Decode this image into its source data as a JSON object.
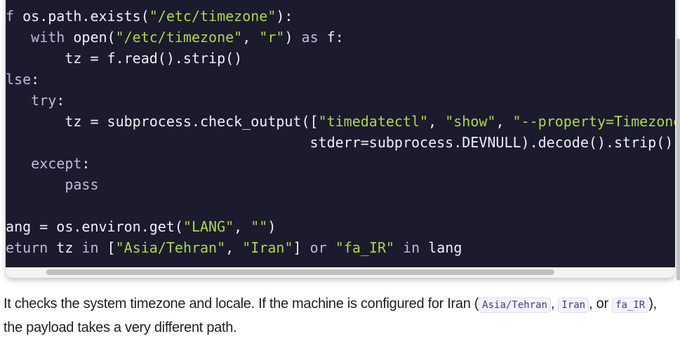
{
  "code_block": {
    "language": "python",
    "colors": {
      "background": "#1c1a2d",
      "text": "#f1f0f5",
      "keyword": "#c4b8d6",
      "string": "#a8d84e"
    },
    "lines": [
      [
        [
          "kw",
          "if"
        ],
        [
          "t",
          " os.path.exists("
        ],
        [
          "str",
          "\"/etc/timezone\""
        ],
        [
          "t",
          "):"
        ]
      ],
      [
        [
          "t",
          "    "
        ],
        [
          "kw",
          "with"
        ],
        [
          "t",
          " open("
        ],
        [
          "str",
          "\"/etc/timezone\""
        ],
        [
          "t",
          ", "
        ],
        [
          "str",
          "\"r\""
        ],
        [
          "t",
          ") "
        ],
        [
          "kw",
          "as"
        ],
        [
          "t",
          " f:"
        ]
      ],
      [
        [
          "t",
          "        tz = f.read().strip()"
        ]
      ],
      [
        [
          "kw",
          "else"
        ],
        [
          "t",
          ":"
        ]
      ],
      [
        [
          "t",
          "    "
        ],
        [
          "kw",
          "try"
        ],
        [
          "t",
          ":"
        ]
      ],
      [
        [
          "t",
          "        tz = subprocess.check_output(["
        ],
        [
          "str",
          "\"timedatectl\""
        ],
        [
          "t",
          ", "
        ],
        [
          "str",
          "\"show\""
        ],
        [
          "t",
          ", "
        ],
        [
          "str",
          "\"--property=Timezone\""
        ]
      ],
      [
        [
          "t",
          "                                     stderr=subprocess.DEVNULL).decode().strip()"
        ]
      ],
      [
        [
          "t",
          "    "
        ],
        [
          "kw",
          "except"
        ],
        [
          "t",
          ":"
        ]
      ],
      [
        [
          "t",
          "        "
        ],
        [
          "kw",
          "pass"
        ]
      ],
      [
        [
          "t",
          ""
        ]
      ],
      [
        [
          "t",
          "lang = os.environ.get("
        ],
        [
          "str",
          "\"LANG\""
        ],
        [
          "t",
          ", "
        ],
        [
          "str",
          "\"\""
        ],
        [
          "t",
          ")"
        ]
      ],
      [
        [
          "kw",
          "return"
        ],
        [
          "t",
          " tz "
        ],
        [
          "kw",
          "in"
        ],
        [
          "t",
          " ["
        ],
        [
          "str",
          "\"Asia/Tehran\""
        ],
        [
          "t",
          ", "
        ],
        [
          "str",
          "\"Iran\""
        ],
        [
          "t",
          "] "
        ],
        [
          "kw",
          "or"
        ],
        [
          "t",
          " "
        ],
        [
          "str",
          "\"fa_IR\""
        ],
        [
          "t",
          " "
        ],
        [
          "kw",
          "in"
        ],
        [
          "t",
          " lang"
        ]
      ]
    ]
  },
  "paragraph": {
    "part1": "It checks the system timezone and locale. If the machine is configured for Iran (",
    "code1": "Asia/Tehran",
    "sep1": ", ",
    "code2": "Iran",
    "sep2": ", or ",
    "code3": "fa_IR",
    "part2": "), the payload takes a very different path."
  }
}
